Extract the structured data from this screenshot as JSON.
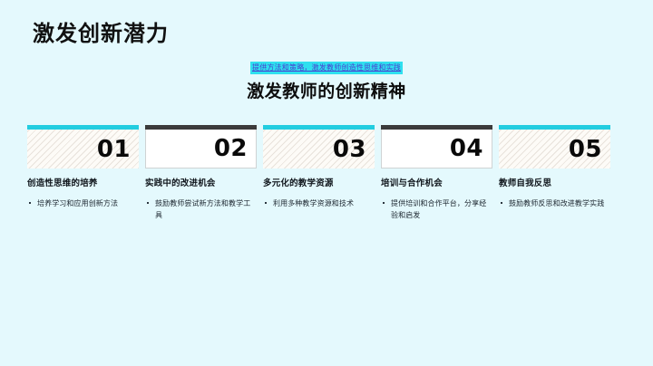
{
  "slide": {
    "title": "激发创新潜力",
    "subtitle_link": "提供方法和策略，激发教师创造性思维和实践",
    "main_heading": "激发教师的创新精神",
    "background_color": "#e4f9fd",
    "accent_color": "#22cde0",
    "dark_accent_color": "#3b3b3b",
    "link_text_color": "#4b3fcf",
    "link_highlight_color": "#2fe0ef"
  },
  "cards": [
    {
      "number": "01",
      "heading": "创造性思维的培养",
      "bullets": [
        "培养学习和应用创新方法"
      ],
      "style": "hatched",
      "bar_color": "#22cde0"
    },
    {
      "number": "02",
      "heading": "实践中的改进机会",
      "bullets": [
        "鼓励教师尝试新方法和教学工具"
      ],
      "style": "white",
      "bar_color": "#3b3b3b"
    },
    {
      "number": "03",
      "heading": "多元化的教学资源",
      "bullets": [
        "利用多种教学资源和技术"
      ],
      "style": "hatched",
      "bar_color": "#22cde0"
    },
    {
      "number": "04",
      "heading": "培训与合作机会",
      "bullets": [
        "提供培训和合作平台，分享经验和启发"
      ],
      "style": "white",
      "bar_color": "#3b3b3b"
    },
    {
      "number": "05",
      "heading": "教师自我反思",
      "bullets": [
        "鼓励教师反思和改进教学实践"
      ],
      "style": "hatched",
      "bar_color": "#22cde0"
    }
  ]
}
